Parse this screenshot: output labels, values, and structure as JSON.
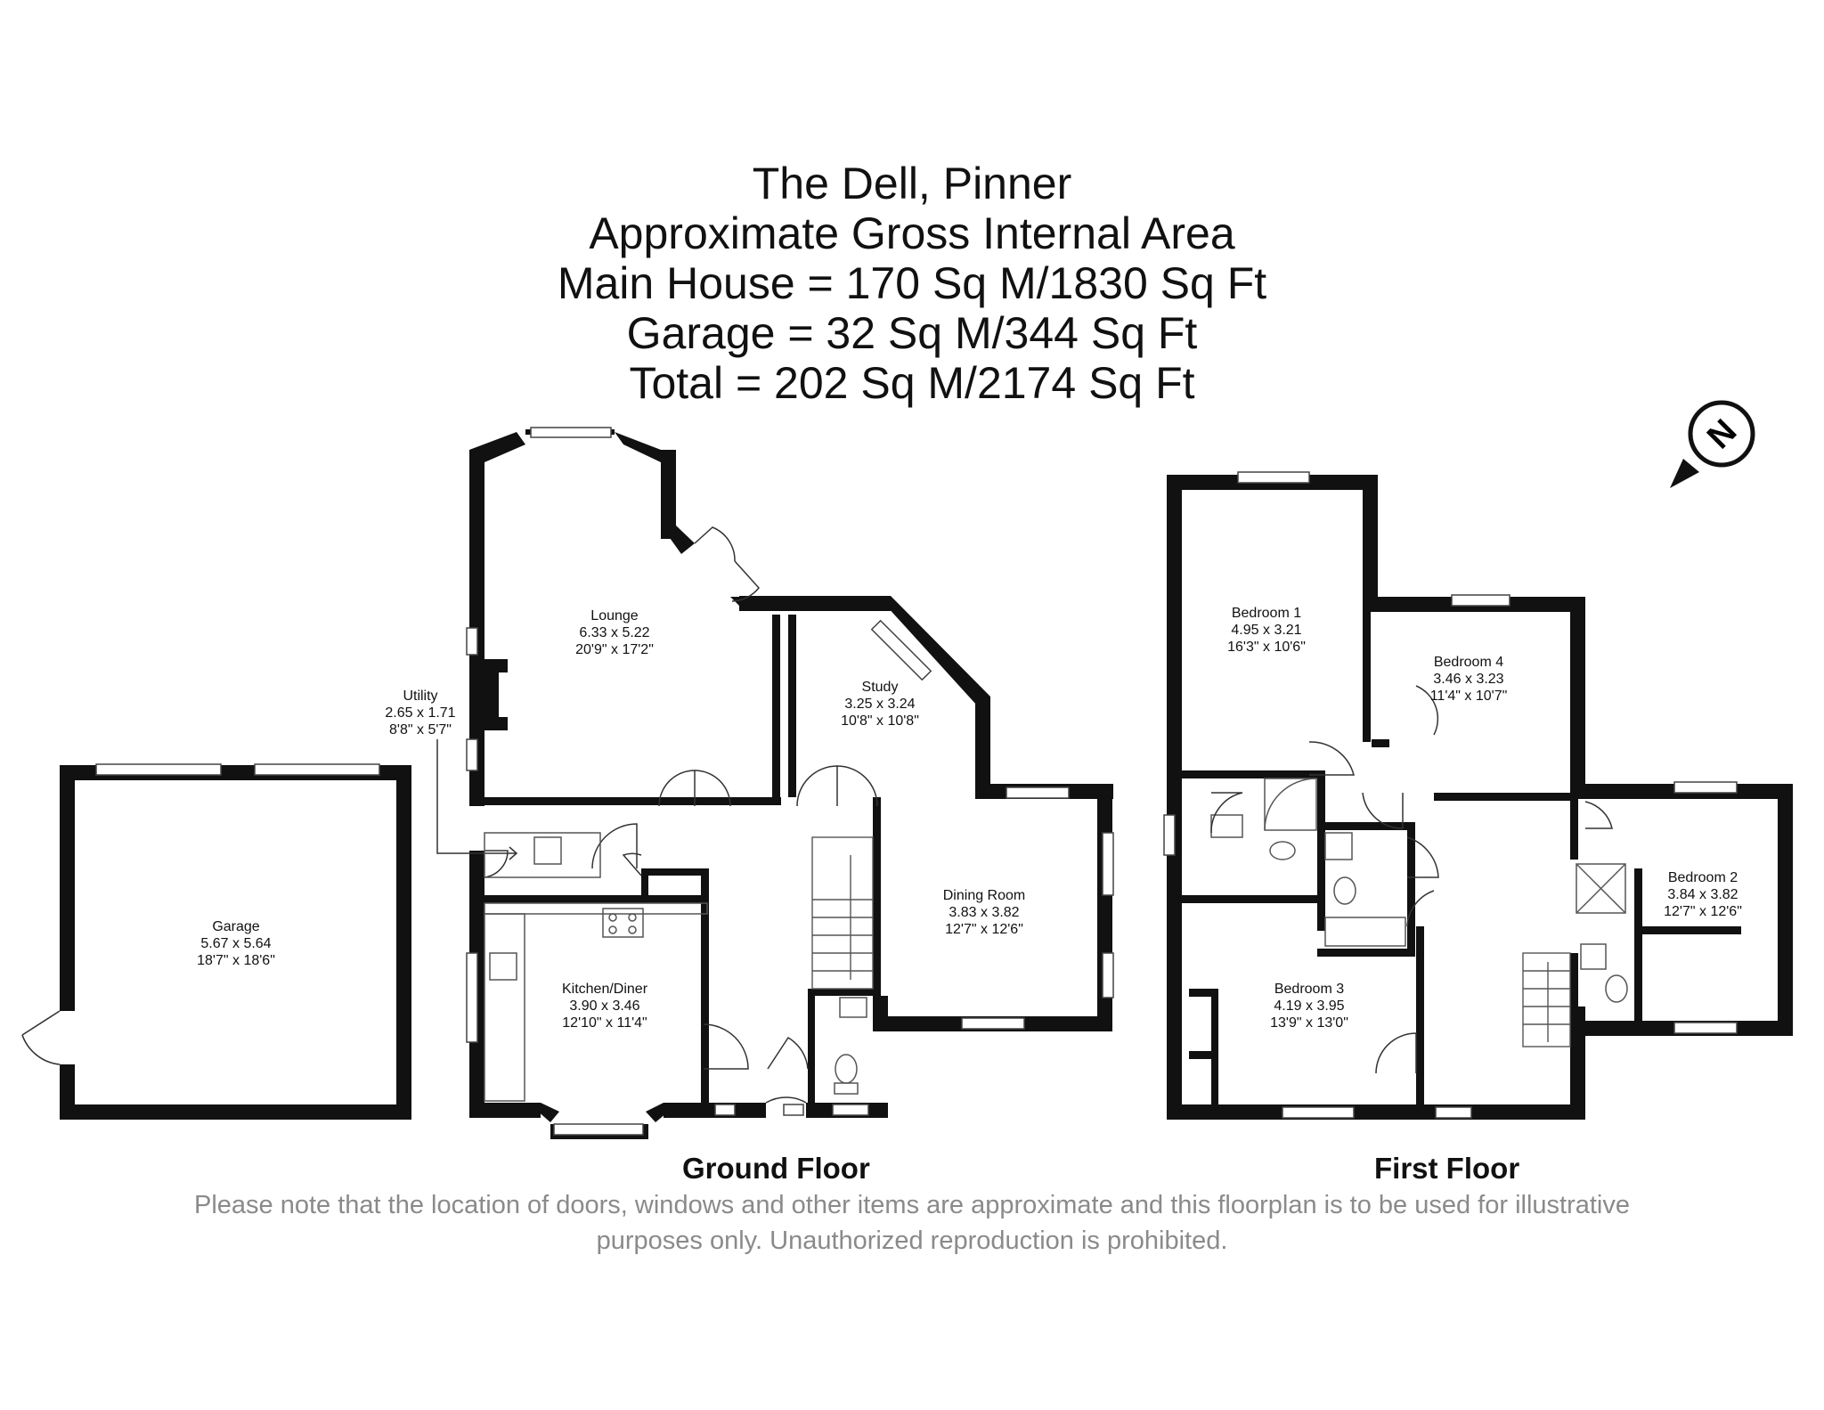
{
  "header": {
    "property": "The Dell, Pinner",
    "subtitle": "Approximate Gross Internal Area",
    "main_house": "Main House = 170 Sq M/1830 Sq Ft",
    "garage": "Garage = 32 Sq M/344 Sq Ft",
    "total": "Total = 202 Sq M/2174 Sq Ft"
  },
  "compass": {
    "letter": "N",
    "icon": "north-arrow-icon"
  },
  "floors": {
    "ground": {
      "label": "Ground Floor"
    },
    "first": {
      "label": "First Floor"
    }
  },
  "rooms": {
    "lounge": {
      "name": "Lounge",
      "metric": "6.33 x 5.22",
      "imperial": "20'9\" x 17'2\""
    },
    "utility": {
      "name": "Utility",
      "metric": "2.65 x 1.71",
      "imperial": "8'8\" x 5'7\""
    },
    "study": {
      "name": "Study",
      "metric": "3.25 x 3.24",
      "imperial": "10'8\" x 10'8\""
    },
    "garage": {
      "name": "Garage",
      "metric": "5.67 x 5.64",
      "imperial": "18'7\" x 18'6\""
    },
    "dining": {
      "name": "Dining Room",
      "metric": "3.83 x 3.82",
      "imperial": "12'7\" x 12'6\""
    },
    "kitchen": {
      "name": "Kitchen/Diner",
      "metric": "3.90 x 3.46",
      "imperial": "12'10\" x 11'4\""
    },
    "bedroom1": {
      "name": "Bedroom 1",
      "metric": "4.95 x 3.21",
      "imperial": "16'3\" x 10'6\""
    },
    "bedroom4": {
      "name": "Bedroom 4",
      "metric": "3.46 x 3.23",
      "imperial": "11'4\" x 10'7\""
    },
    "bedroom2": {
      "name": "Bedroom 2",
      "metric": "3.84 x 3.82",
      "imperial": "12'7\" x 12'6\""
    },
    "bedroom3": {
      "name": "Bedroom 3",
      "metric": "4.19 x 3.95",
      "imperial": "13'9\" x 13'0\""
    }
  },
  "disclaimer": {
    "line1": "Please note that the location of doors, windows and other items are approximate and this floorplan is to be used for illustrative",
    "line2": "purposes only. Unauthorized reproduction is prohibited."
  }
}
